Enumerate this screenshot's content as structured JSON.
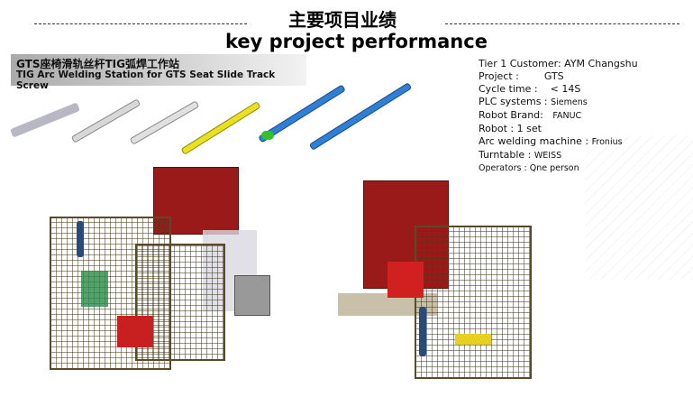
{
  "header": {
    "title_cn": "主要项目业绩",
    "title_en": "key project performance"
  },
  "banner": {
    "title_cn": "GTS座椅滑轨丝杆TIG弧焊工作站",
    "title_en": "TIG Arc Welding Station for GTS Seat Slide Track Screw"
  },
  "info": {
    "customer": "Tier 1 Customer: AYM Changshu",
    "project_label": "Project :",
    "project_value": "GTS",
    "cycle_label": "Cycle time :",
    "cycle_value": "< 14S",
    "plc_label": "PLC systems :",
    "plc_value": "Siemens",
    "robot_brand_label": "Robot Brand:",
    "robot_brand_value": "FANUC",
    "robot": "Robot :  1 set",
    "arc_label": "Arc welding machine :",
    "arc_value": "Fronius",
    "turntable_label": "Turntable :",
    "turntable_value": "WEISS",
    "operators": "Operators  : Qne person"
  },
  "colors": {
    "yellow": "#e8e020",
    "blue": "#2f7fd6",
    "red": "#9a1a1a",
    "frame": "#5a4a2a"
  }
}
